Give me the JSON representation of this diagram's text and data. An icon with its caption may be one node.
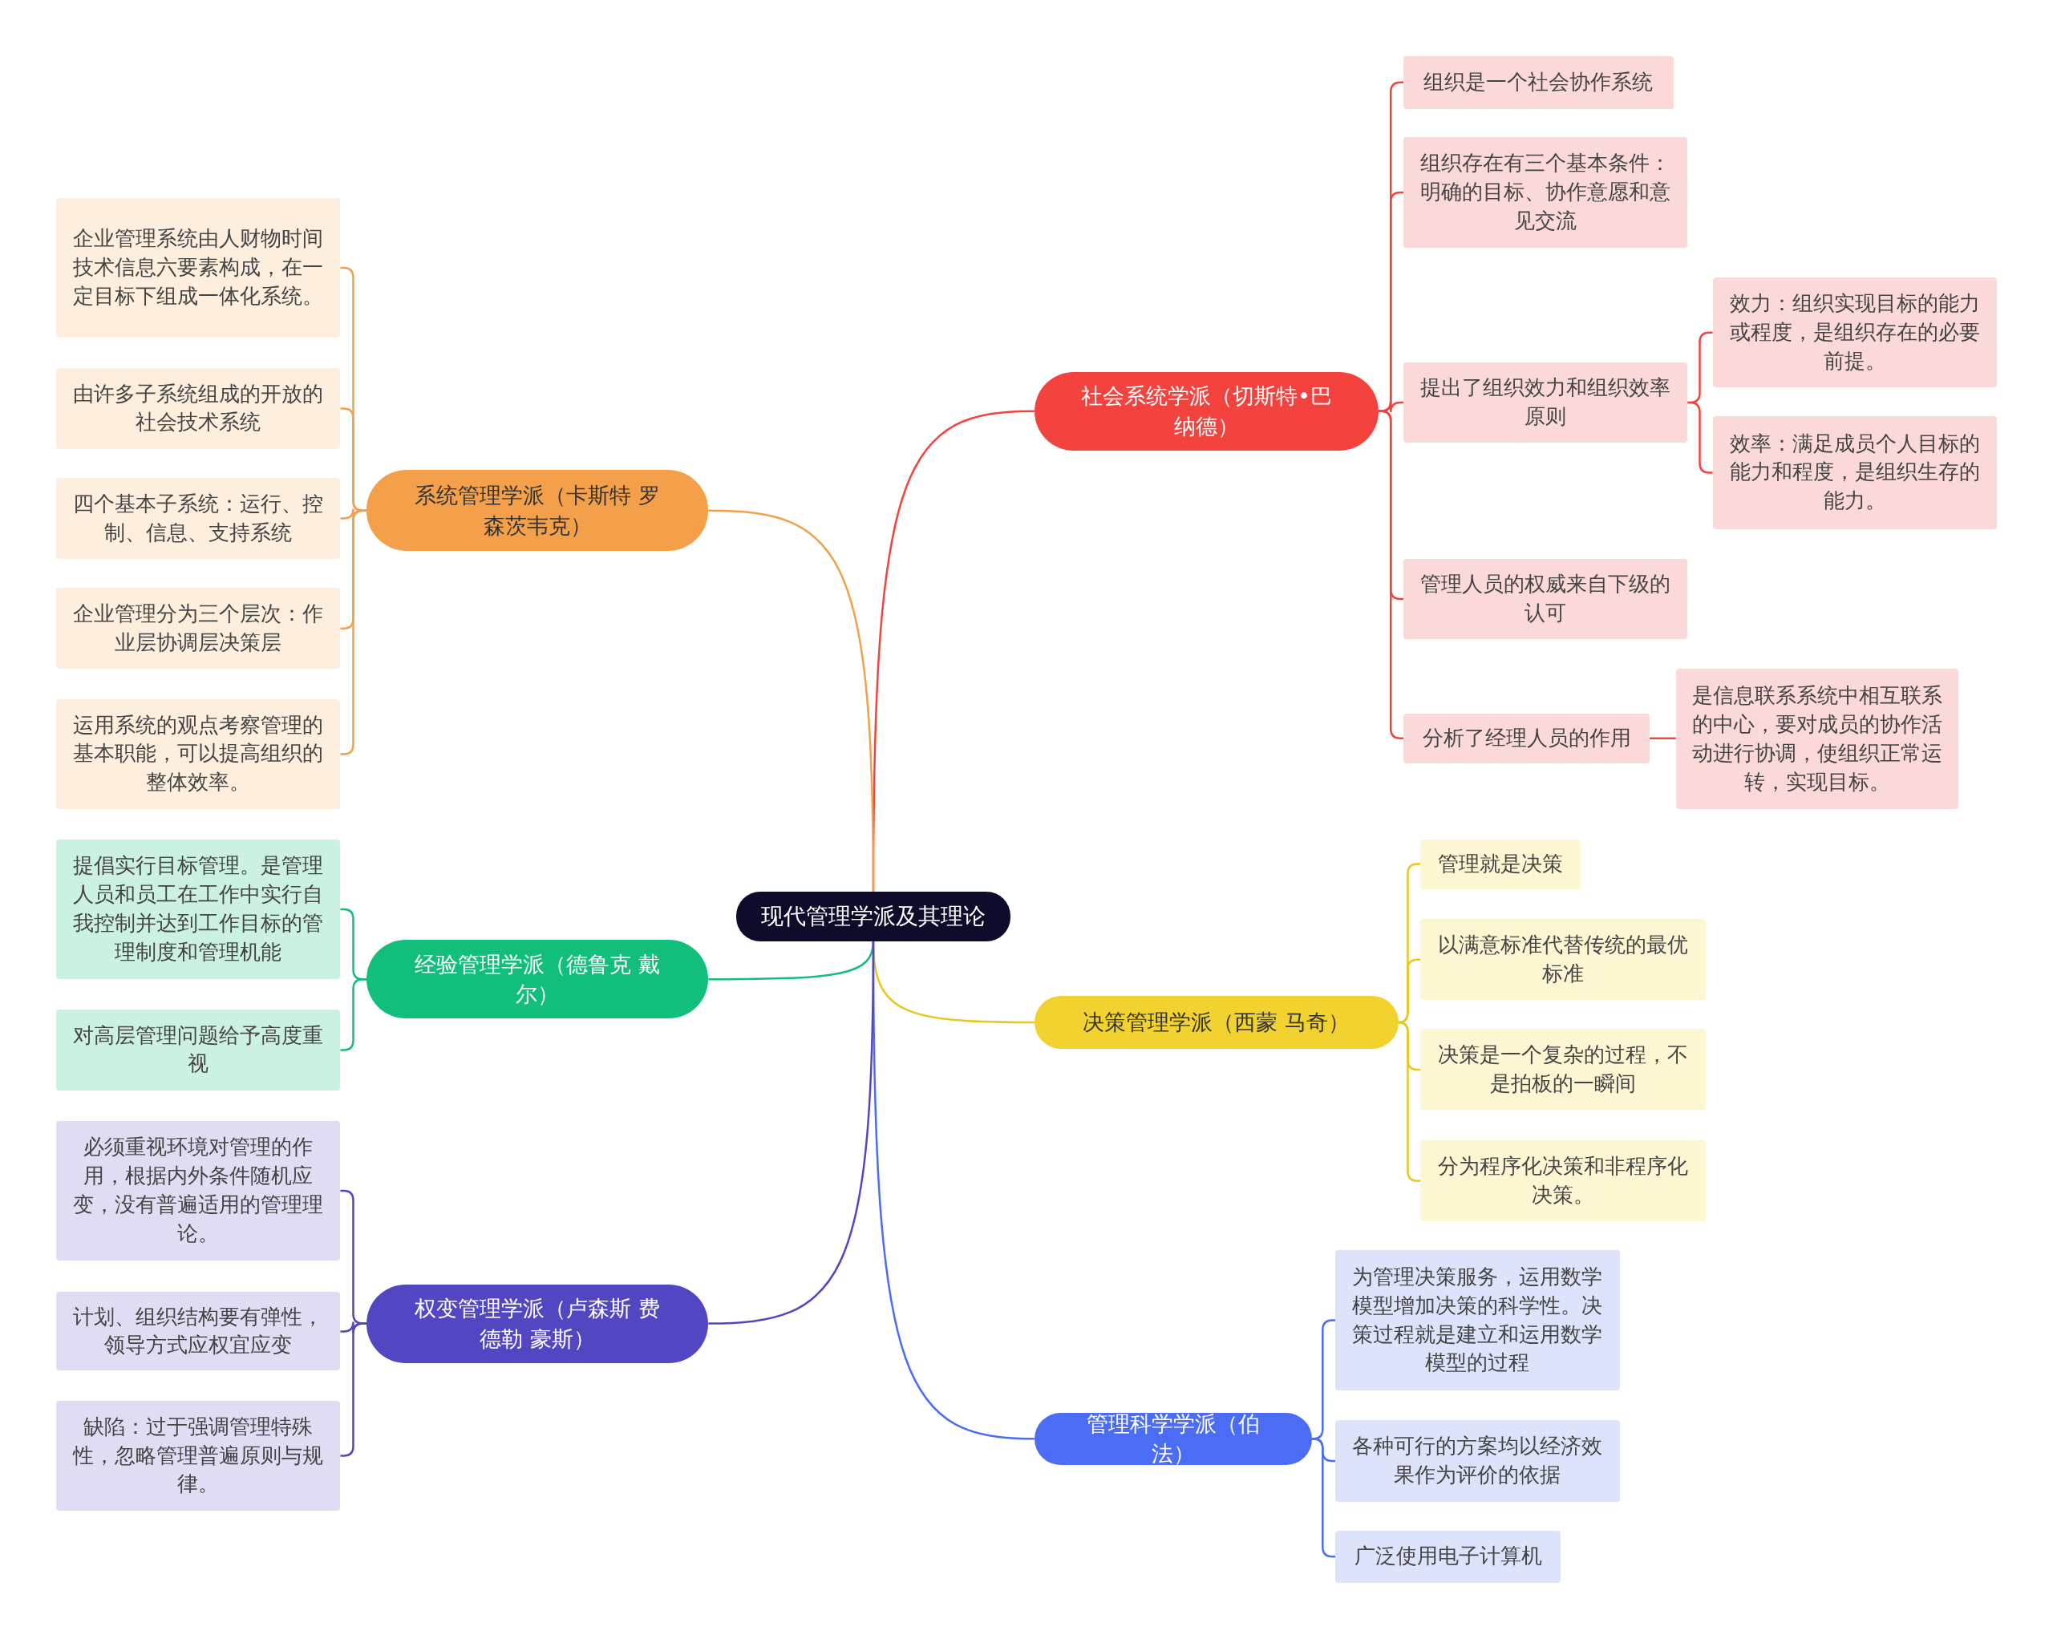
{
  "diagram": {
    "nodes": [
      {
        "text": [
          "现代管理学派及其理论"
        ]
      },
      {
        "text": [
          "社会系统学派（切斯特•巴纳德）"
        ]
      },
      {
        "text": [
          "组织是一个社会协作系统"
        ]
      },
      {
        "text": [
          "组织存在有三个基本条件：明确的目标、协作意愿和意见交流"
        ]
      },
      {
        "text": [
          "提出了组织效力和组织效率原则"
        ]
      },
      {
        "text": [
          "效力：组织实现目标的能力或程度，是组织存在的必要前提。"
        ]
      },
      {
        "text": [
          "效率：满足成员个人目标的能力和程度，是组织生存的能力。"
        ]
      },
      {
        "text": [
          "管理人员的权威来自下级的认可"
        ]
      },
      {
        "text": [
          "分析了经理人员的作用"
        ]
      },
      {
        "text": [
          "是信息联系系统中相互联系的中心，要对成员的协作活动进行协调，使组织正常运转，实现目标。"
        ]
      },
      {
        "text": [
          "决策管理学派（西蒙 马奇）"
        ]
      },
      {
        "text": [
          "管理就是决策"
        ]
      },
      {
        "text": [
          "以满意标准代替传统的最优标准"
        ]
      },
      {
        "text": [
          "决策是一个复杂的过程，不是拍板的一瞬间"
        ]
      },
      {
        "text": [
          "分为程序化决策和非程序化决策。"
        ]
      },
      {
        "text": [
          "管理科学学派（伯法）"
        ]
      },
      {
        "text": [
          "为管理决策服务，运用数学模型增加决策的科学性。决策过程就是建立和运用数学模型的过程"
        ]
      },
      {
        "text": [
          "各种可行的方案均以经济效果作为评价的依据"
        ]
      },
      {
        "text": [
          "广泛使用电子计算机"
        ]
      },
      {
        "text": [
          "系统管理学派（卡斯特 罗森茨韦克）"
        ]
      },
      {
        "text": [
          "企业管理系统由人财物时间技术信息六要素构成，在一定目标下组成一体化系统。"
        ]
      },
      {
        "text": [
          "由许多子系统组成的开放的社会技术系统"
        ]
      },
      {
        "text": [
          "四个基本子系统：运行、控制、信息、支持系统"
        ]
      },
      {
        "text": [
          "企业管理分为三个层次：作业层协调层决策层"
        ]
      },
      {
        "text": [
          "运用系统的观点考察管理的基本职能，可以提高组织的整体效率。"
        ]
      },
      {
        "text": [
          "经验管理学派（德鲁克 戴尔）"
        ]
      },
      {
        "text": [
          "提倡实行目标管理。是管理人员和员工在工作中实行自我控制并达到工作目标的管理制度和管理机能"
        ]
      },
      {
        "text": [
          "对高层管理问题给予高度重视"
        ]
      },
      {
        "text": [
          "权变管理学派（卢森斯 费德勒 豪斯）"
        ]
      },
      {
        "text": [
          "必须重视环境对管理的作用，根据内外条件随机应变，没有普遍适用的管理理论。"
        ]
      },
      {
        "text": [
          "计划、组织结构要有弹性，领导方式应权宜应变"
        ]
      },
      {
        "text": [
          "缺陷：过于强调管理特殊性，忽略管理普遍原则与规律。"
        ]
      }
    ],
    "edges": [
      {
        "from": 0,
        "to": 1,
        "arrow": "none",
        "color": "#f4433f"
      },
      {
        "from": 1,
        "to": 2,
        "arrow": "none",
        "color": "#f4433f"
      },
      {
        "from": 1,
        "to": 3,
        "arrow": "none",
        "color": "#f4433f"
      },
      {
        "from": 1,
        "to": 4,
        "arrow": "none",
        "color": "#f4433f"
      },
      {
        "from": 4,
        "to": 5,
        "arrow": "none",
        "color": "#f4433f"
      },
      {
        "from": 4,
        "to": 6,
        "arrow": "none",
        "color": "#f4433f"
      },
      {
        "from": 1,
        "to": 7,
        "arrow": "none",
        "color": "#f4433f"
      },
      {
        "from": 1,
        "to": 8,
        "arrow": "none",
        "color": "#f4433f"
      },
      {
        "from": 8,
        "to": 9,
        "arrow": "none",
        "color": "#f4433f"
      },
      {
        "from": 0,
        "to": 10,
        "arrow": "none",
        "color": "#e8c81e"
      },
      {
        "from": 10,
        "to": 11,
        "arrow": "none",
        "color": "#e8c81e"
      },
      {
        "from": 10,
        "to": 12,
        "arrow": "none",
        "color": "#e8c81e"
      },
      {
        "from": 10,
        "to": 13,
        "arrow": "none",
        "color": "#e8c81e"
      },
      {
        "from": 10,
        "to": 14,
        "arrow": "none",
        "color": "#e8c81e"
      },
      {
        "from": 0,
        "to": 15,
        "arrow": "none",
        "color": "#4b6cf5"
      },
      {
        "from": 15,
        "to": 16,
        "arrow": "none",
        "color": "#4b6cf5"
      },
      {
        "from": 15,
        "to": 17,
        "arrow": "none",
        "color": "#4b6cf5"
      },
      {
        "from": 15,
        "to": 18,
        "arrow": "none",
        "color": "#4b6cf5"
      },
      {
        "from": 0,
        "to": 19,
        "arrow": "none",
        "color": "#f4a04a"
      },
      {
        "from": 19,
        "to": 20,
        "arrow": "none",
        "color": "#f4a04a"
      },
      {
        "from": 19,
        "to": 21,
        "arrow": "none",
        "color": "#f4a04a"
      },
      {
        "from": 19,
        "to": 22,
        "arrow": "none",
        "color": "#f4a04a"
      },
      {
        "from": 19,
        "to": 23,
        "arrow": "none",
        "color": "#f4a04a"
      },
      {
        "from": 19,
        "to": 24,
        "arrow": "none",
        "color": "#f4a04a"
      },
      {
        "from": 0,
        "to": 25,
        "arrow": "none",
        "color": "#12be7c"
      },
      {
        "from": 25,
        "to": 26,
        "arrow": "none",
        "color": "#12be7c"
      },
      {
        "from": 25,
        "to": 27,
        "arrow": "none",
        "color": "#12be7c"
      },
      {
        "from": 0,
        "to": 28,
        "arrow": "none",
        "color": "#5346c3"
      },
      {
        "from": 28,
        "to": 29,
        "arrow": "none",
        "color": "#5346c3"
      },
      {
        "from": 28,
        "to": 30,
        "arrow": "none",
        "color": "#5346c3"
      },
      {
        "from": 28,
        "to": 31,
        "arrow": "none",
        "color": "#5346c3"
      }
    ]
  }
}
